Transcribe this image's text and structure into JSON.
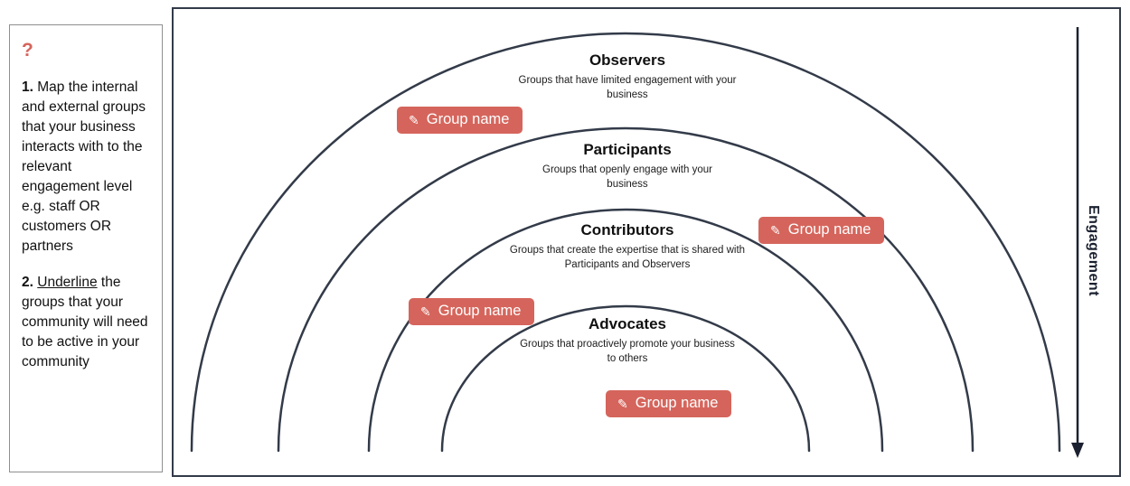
{
  "sidebar": {
    "help_icon": "?",
    "steps": [
      {
        "number": "1.",
        "text": " Map the internal and external groups that your business interacts with to the relevant engagement level e.g. staff OR customers OR partners"
      },
      {
        "number": "2.",
        "underlined": "Underline",
        "text": " the groups that your community will need to be active in your community"
      }
    ]
  },
  "diagram": {
    "rings": [
      {
        "title": "Observers",
        "subtitle": "Groups that have limited engagement with your business"
      },
      {
        "title": "Participants",
        "subtitle": "Groups that openly engage with your business"
      },
      {
        "title": "Contributors",
        "subtitle": "Groups that create the expertise that is shared with Participants and Observers"
      },
      {
        "title": "Advocates",
        "subtitle": "Groups that proactively promote your business to others"
      }
    ],
    "pills": [
      {
        "label": "Group name",
        "icon": "pencil-icon",
        "glyph": "✎"
      },
      {
        "label": "Group name",
        "icon": "pencil-icon",
        "glyph": "✎"
      },
      {
        "label": "Group name",
        "icon": "pencil-icon",
        "glyph": "✎"
      },
      {
        "label": "Group name",
        "icon": "pencil-icon",
        "glyph": "✎"
      }
    ],
    "axis_label": "Engagement"
  },
  "colors": {
    "accent": "#D5655C",
    "line": "#333B49"
  }
}
